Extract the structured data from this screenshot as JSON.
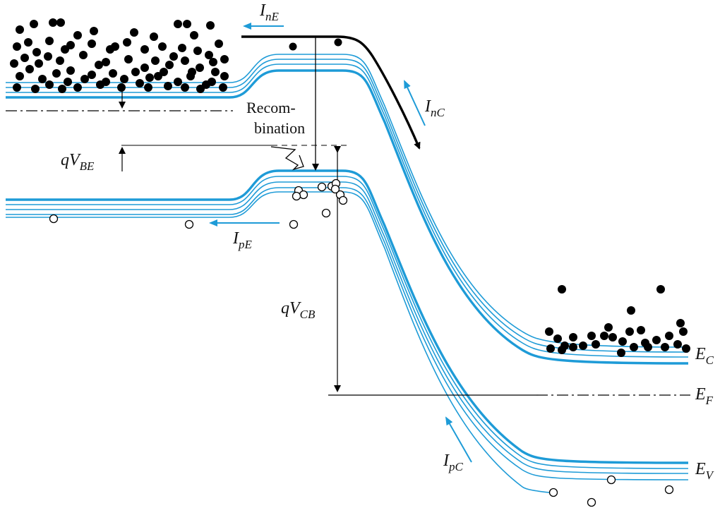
{
  "labels": {
    "i_ne": {
      "main": "I",
      "sub": "nE"
    },
    "i_nc": {
      "main": "I",
      "sub": "nC"
    },
    "i_pe": {
      "main": "I",
      "sub": "pE"
    },
    "i_pc": {
      "main": "I",
      "sub": "pC"
    },
    "q_vbe": {
      "pre": "qV",
      "sub": "BE"
    },
    "q_vcb": {
      "pre": "qV",
      "sub": "CB"
    },
    "e_c": {
      "main": "E",
      "sub": "C"
    },
    "e_f": {
      "main": "E",
      "sub": "F"
    },
    "e_v": {
      "main": "E",
      "sub": "V"
    },
    "recombination_line1": "Recom-",
    "recombination_line2": "bination"
  },
  "colors": {
    "band": "#1e9bd7",
    "arrow_blue": "#1e9bd7",
    "ink": "#000000"
  }
}
